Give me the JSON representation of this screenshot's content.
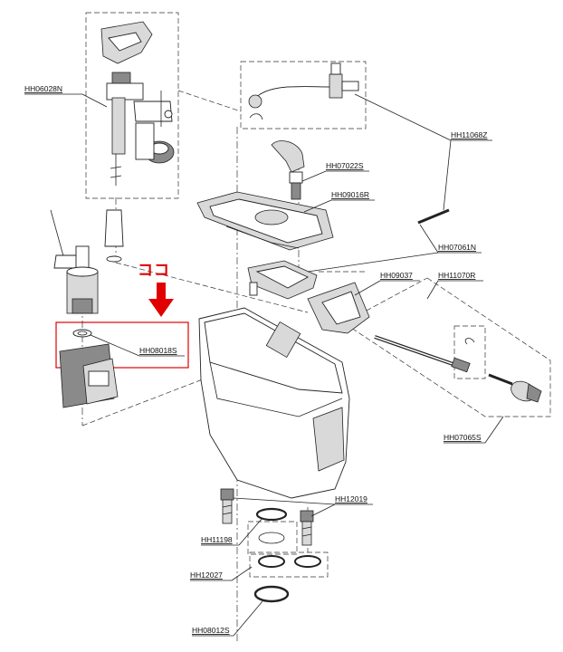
{
  "callout": {
    "text": "ココ",
    "color": "#e00000",
    "arrow": "down-arrow"
  },
  "parts": [
    {
      "code": "HH06028N",
      "description": "fill valve assembly"
    },
    {
      "code": "HH11068Z",
      "description": "supply hose"
    },
    {
      "code": "HH07022S",
      "description": "spout"
    },
    {
      "code": "HH09016R",
      "description": "tank lid tray"
    },
    {
      "code": "HH07061N",
      "description": "rod"
    },
    {
      "code": "HH09037",
      "description": "overflow guide"
    },
    {
      "code": "HH11070R",
      "description": "lever assembly"
    },
    {
      "code": "HH08018S",
      "description": "washer"
    },
    {
      "code": "HH07065S",
      "description": "handle"
    },
    {
      "code": "HH12019",
      "description": "tank bolt"
    },
    {
      "code": "HH11198",
      "description": "gasket"
    },
    {
      "code": "HH12027",
      "description": "gasket pair"
    },
    {
      "code": "HH08012S",
      "description": "tank gasket"
    }
  ],
  "highlight_box_color": "#e00000"
}
